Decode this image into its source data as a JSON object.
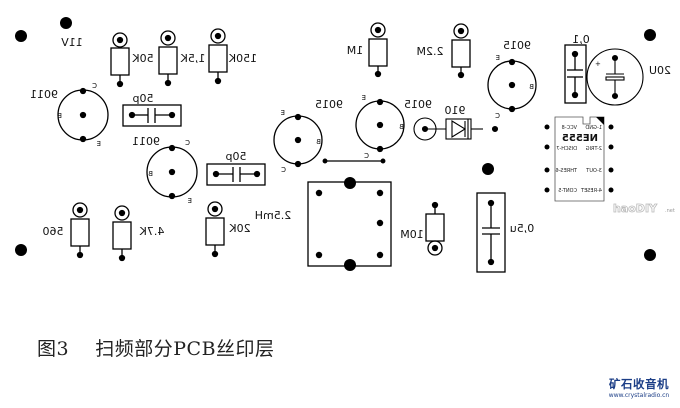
{
  "figure": {
    "caption": "图3    扫频部分PCB丝印层",
    "watermark": "haoDIY",
    "watermark_suffix": ".net",
    "brand": {
      "title": "矿石收音机",
      "url": "www.crystalradio.cn"
    },
    "colors": {
      "ink": "#111111",
      "brand": "#1b3d86",
      "background": "#ffffff"
    }
  },
  "components": {
    "supply_label": "11V",
    "resistors": {
      "r50k": "50K",
      "r1_5k": "1,5K",
      "r150k": "150K",
      "r1m": "1M",
      "r2_2m": "2.2M",
      "r560": "560",
      "r4_7k": "4.7K",
      "r20k": "20K",
      "r10m": "10M"
    },
    "capacitors": {
      "c50p_top": "50p",
      "c50p_mid": "50p",
      "c0_1": "0,1",
      "c20u": "20U",
      "c0_5u": "0,5u",
      "polarity_plus": "+"
    },
    "transistors": {
      "t1": {
        "type": "9011",
        "pins": [
          "C",
          "B",
          "E"
        ]
      },
      "t2": {
        "type": "9011",
        "pins": [
          "C",
          "B",
          "E"
        ]
      },
      "t3": {
        "type": "9015",
        "pins": [
          "E",
          "B",
          "C"
        ]
      },
      "t4": {
        "type": "9015",
        "pins": [
          "E",
          "B",
          "C"
        ]
      },
      "t5": {
        "type": "9015",
        "pins": [
          "E",
          "B",
          "C"
        ]
      }
    },
    "diode": "910",
    "inductor": "2.5mH",
    "ic": {
      "name": "NE555",
      "left_pins": [
        "1-GND",
        "2-TRIG",
        "3-OUT",
        "4-RESET"
      ],
      "right_pins": [
        "VCC-8",
        "DISCH-7",
        "THRES-6",
        "CONT-5"
      ]
    }
  }
}
